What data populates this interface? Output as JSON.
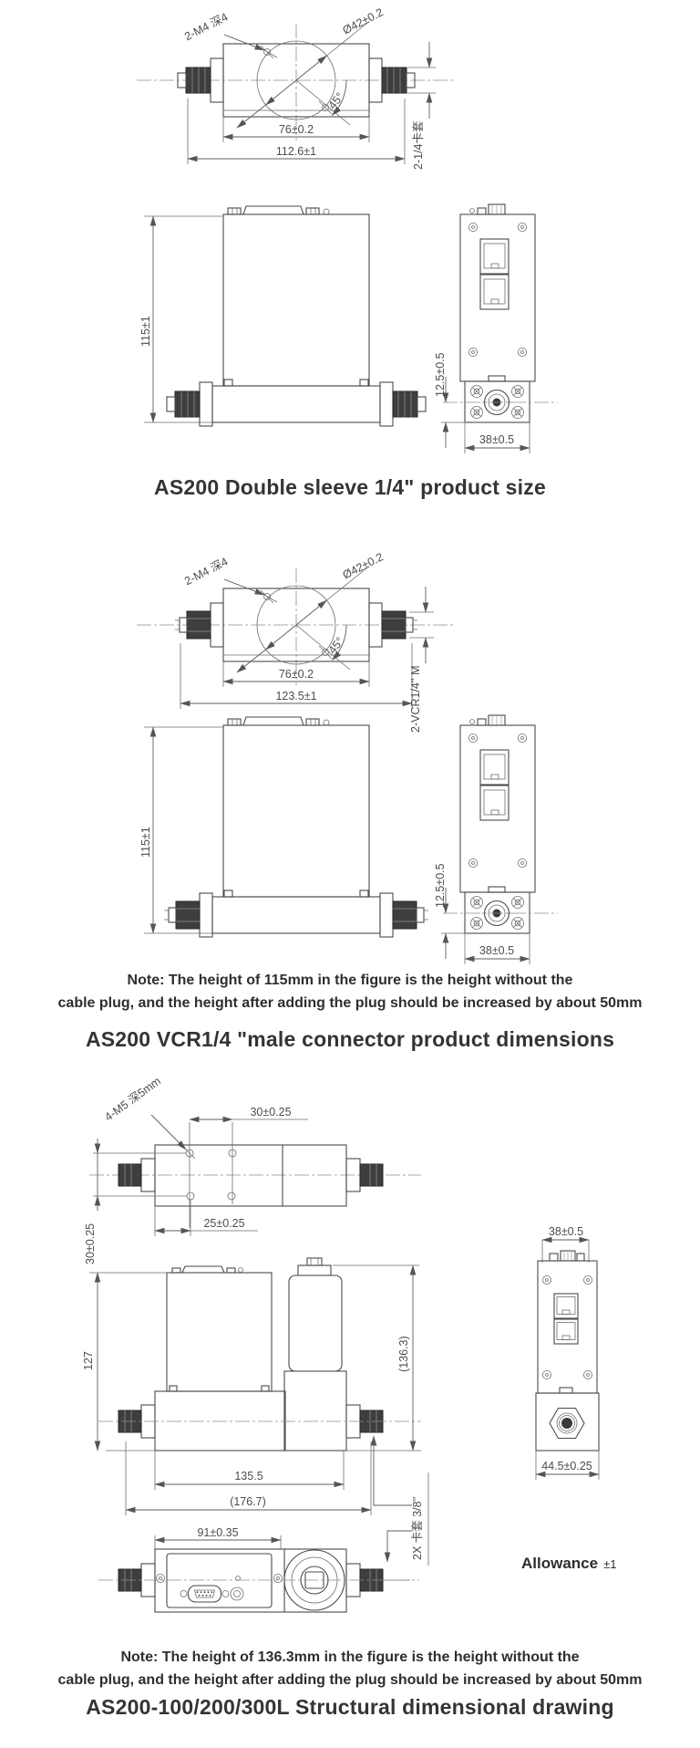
{
  "colors": {
    "line": "#4a4a4a",
    "dim_text": "#4d4d4d",
    "heading": "#343434"
  },
  "section1": {
    "caption": "AS200 Double sleeve 1/4\" product size",
    "top_view": {
      "label_holes": "2-M4 深4",
      "label_dia": "Ø42±0.2",
      "label_angle": "45°",
      "dim_inner": "76±0.2",
      "dim_outer": "112.6±1",
      "label_fitting": "2-1/4卡套"
    },
    "front_view": {
      "dim_height": "115±1"
    },
    "side_view": {
      "dim_offset": "12.5±0.5",
      "dim_width": "38±0.5"
    }
  },
  "section2": {
    "caption": "AS200 VCR1/4 \"male connector product dimensions",
    "note_line1": "Note: The height of 115mm in the figure is the height without the",
    "note_line2": "cable plug, and the height after adding the plug should be increased by about 50mm",
    "top_view": {
      "label_holes": "2-M4 深4",
      "label_dia": "Ø42±0.2",
      "label_angle": "45°",
      "dim_inner": "76±0.2",
      "dim_outer": "123.5±1",
      "label_fitting": "2-VCR1/4'' M"
    },
    "front_view": {
      "dim_height": "115±1"
    },
    "side_view": {
      "dim_offset": "12.5±0.5",
      "dim_width": "38±0.5"
    }
  },
  "section3": {
    "caption": "AS200-100/200/300L Structural dimensional drawing",
    "note_line1": "Note: The height of 136.3mm in the figure is the height without the",
    "note_line2": "cable plug, and the height after adding the plug should be increased by about 50mm",
    "allowance": {
      "label": "Allowance",
      "value": "±1"
    },
    "top_view": {
      "label_holes": "4-M5 深5mm",
      "dim_hole_spacing_x": "30±0.25",
      "dim_hole_offset": "25±0.25",
      "dim_hole_spacing_y": "30±0.25"
    },
    "front_view": {
      "dim_height": "127",
      "dim_total_height": "(136.3)",
      "dim_body_length": "135.5",
      "dim_total_length": "(176.7)"
    },
    "side_view": {
      "dim_width_top": "38±0.5",
      "dim_width_bottom": "44.5±0.25"
    },
    "bottom_view": {
      "dim_panel_width": "91±0.35",
      "label_fitting": "2X 卡套 3/8''"
    }
  }
}
